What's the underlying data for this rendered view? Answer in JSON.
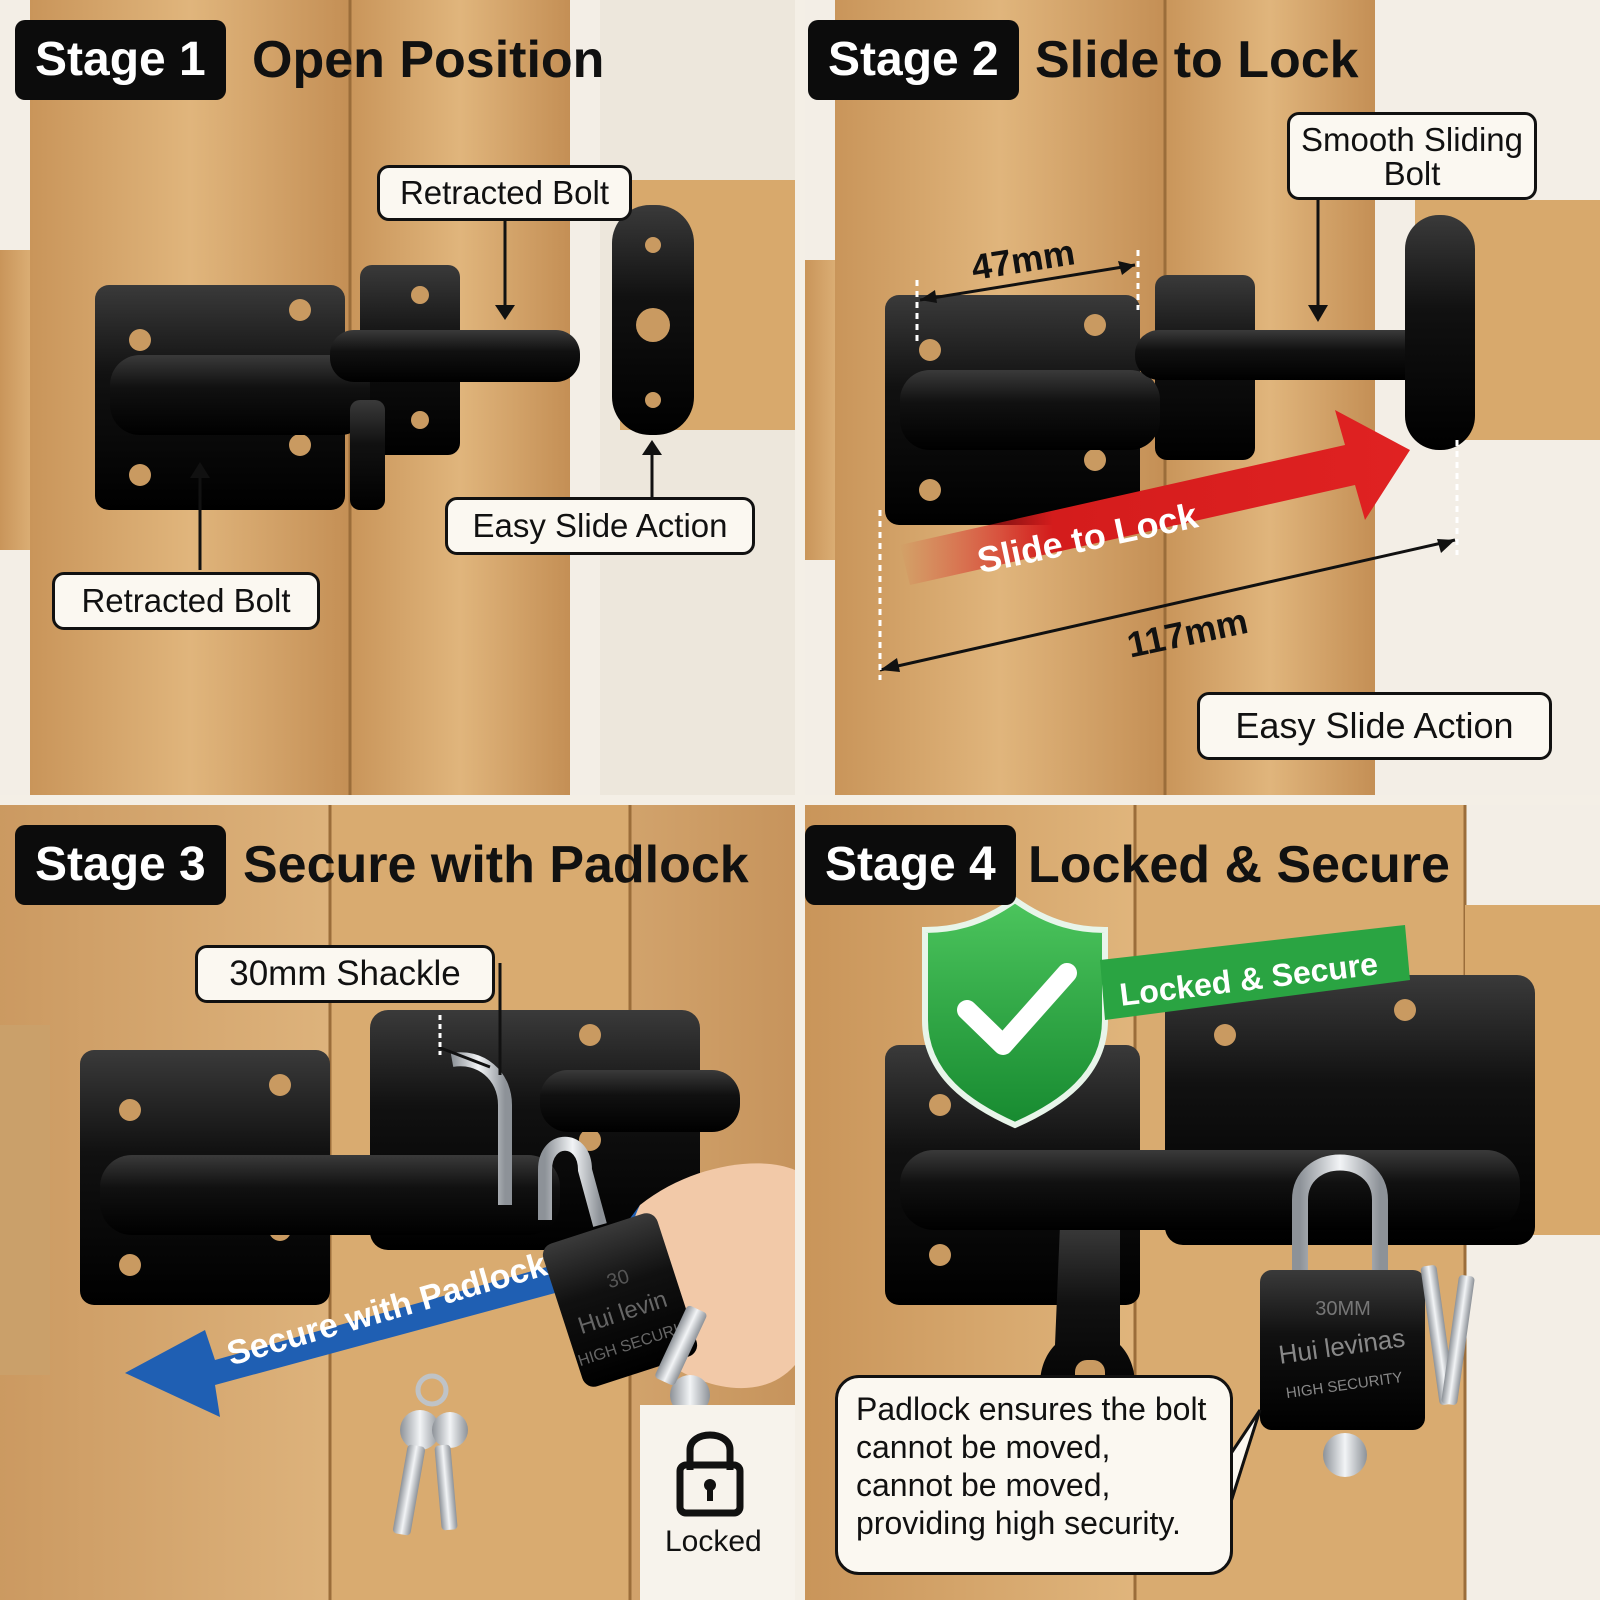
{
  "panels": [
    {
      "stage": "Stage 1",
      "title": "Open Position",
      "callouts": [
        "Retracted Bolt",
        "Easy Slide Action",
        "Retracted Bolt"
      ]
    },
    {
      "stage": "Stage 2",
      "title": "Slide to Lock",
      "callouts": [
        "Smooth Sliding Bolt",
        "Easy Slide Action"
      ],
      "dimensions": [
        "47mm",
        "117mm"
      ],
      "arrow_label": "Slide to Lock"
    },
    {
      "stage": "Stage 3",
      "title": "Secure with Padlock",
      "callouts": [
        "30mm Shackle"
      ],
      "arrow_label": "Secure with Padlock",
      "padlock_text": [
        "30",
        "Hui levin",
        "HIGH SECURI"
      ],
      "locked_label": "Locked",
      "icons": [
        "lock-icon",
        "key-icon"
      ]
    },
    {
      "stage": "Stage 4",
      "title": "Locked & Secure",
      "badge": "Locked & Secure",
      "padlock_text": [
        "30MM",
        "Hui levinas",
        "HIGH SECURITY"
      ],
      "note": "Padlock ensures the bolt cannot be moved, cannot be moved, providing high security.",
      "icons": [
        "shield-check-icon",
        "key-icon"
      ]
    }
  ],
  "colors": {
    "wood_light": "#dcaf73",
    "wood_dark": "#b8864c",
    "metal_black": "#141414",
    "arrow_red": "#d41c1c",
    "arrow_blue": "#1f5fb3",
    "badge_green": "#2aa442",
    "stage_tag_bg": "#0c0c0c",
    "callout_bg": "#fbf8f1"
  }
}
